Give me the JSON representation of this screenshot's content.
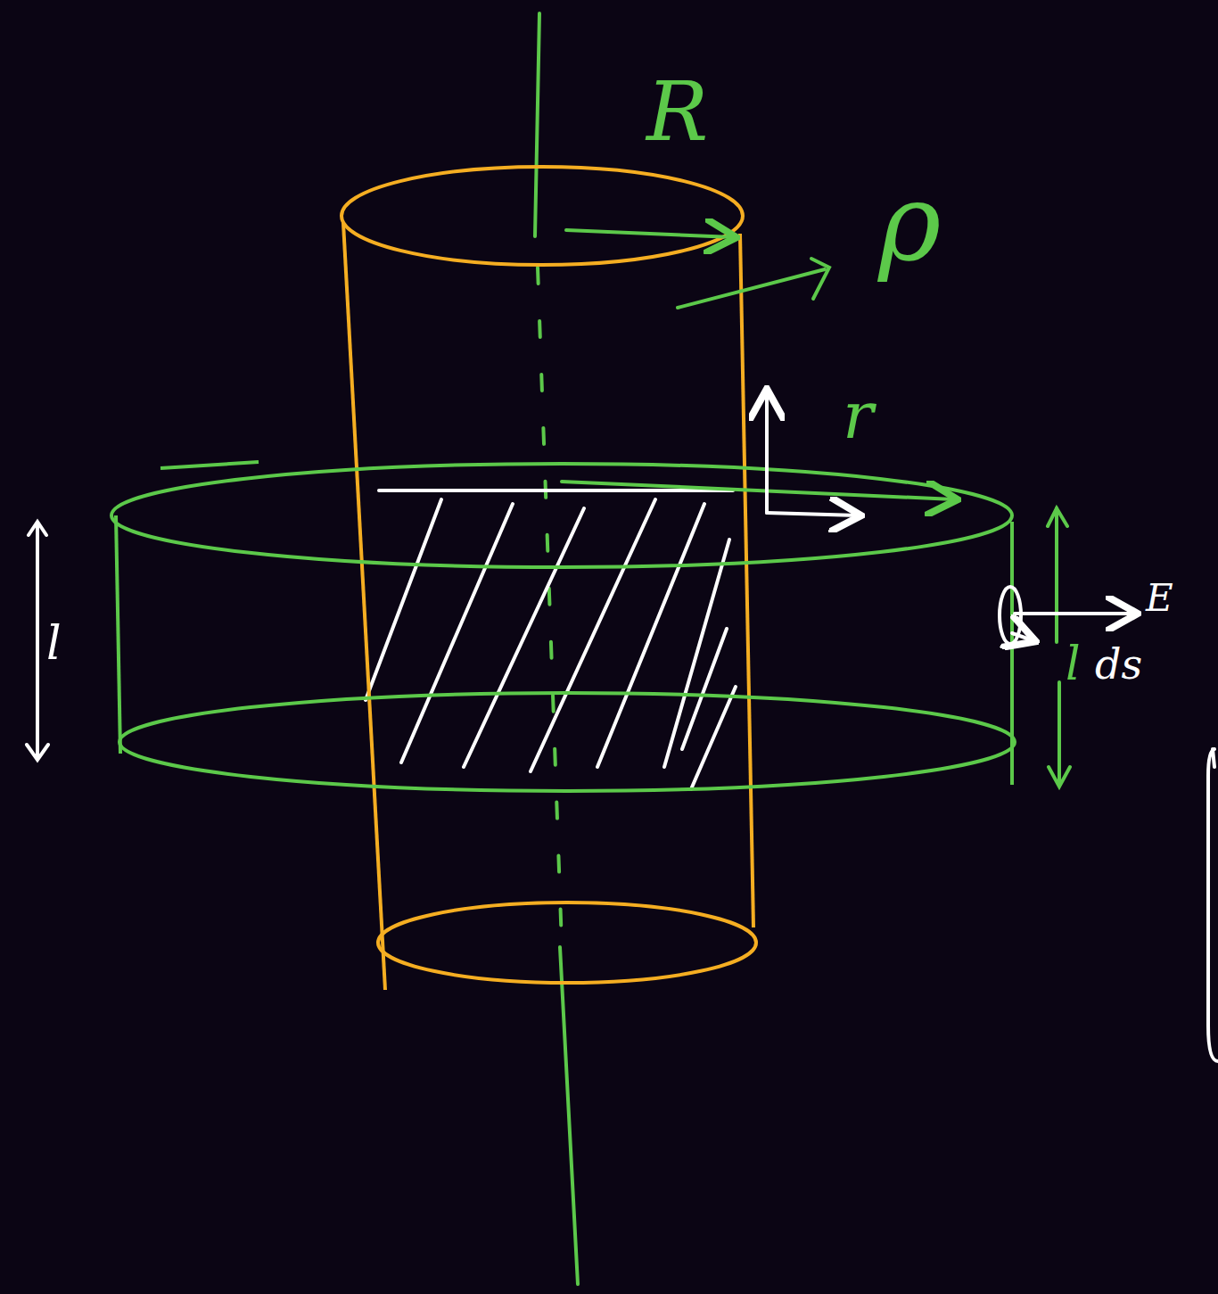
{
  "diagram": {
    "labels": [
      "R",
      "ρ",
      "r",
      "l",
      "l",
      "E",
      "ds"
    ]
  }
}
